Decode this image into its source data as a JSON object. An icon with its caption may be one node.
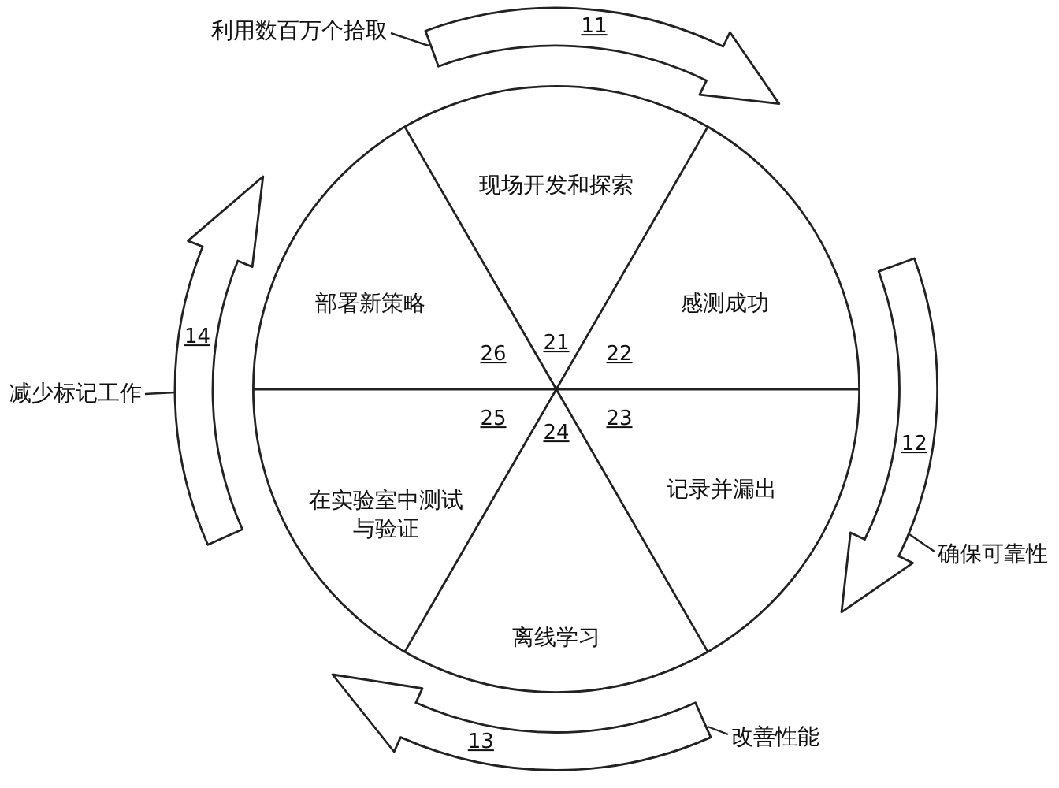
{
  "diagram": {
    "nodes": [
      {
        "text": [],
        "shape": "circle"
      },
      {
        "text": [
          "现场开发和探索"
        ],
        "in": 0
      },
      {
        "text": [
          "感测成功"
        ],
        "in": 0
      },
      {
        "text": [
          "记录并漏出"
        ],
        "in": 0
      },
      {
        "text": [
          "离线学习"
        ],
        "in": 0
      },
      {
        "text": [
          "在实验室中测试与验证"
        ],
        "in": 0
      },
      {
        "text": [
          "部署新策略"
        ],
        "in": 0
      },
      {
        "text": [
          "11"
        ]
      },
      {
        "text": [
          "12"
        ]
      },
      {
        "text": [
          "13"
        ]
      },
      {
        "text": [
          "14"
        ]
      },
      {
        "text": [
          "利用数百万个拾取"
        ]
      },
      {
        "text": [
          "确保可靠性"
        ]
      },
      {
        "text": [
          "改善性能"
        ]
      },
      {
        "text": [
          "减少标记工作"
        ]
      }
    ],
    "edges": [
      {
        "from": 11,
        "to": 7,
        "arrow": "none"
      },
      {
        "from": 12,
        "to": 8,
        "arrow": "none"
      },
      {
        "from": 13,
        "to": 9,
        "arrow": "none"
      },
      {
        "from": 14,
        "to": 10,
        "arrow": "none"
      }
    ],
    "labels": [
      "21",
      "26",
      "22",
      "25",
      "23",
      "24"
    ]
  }
}
